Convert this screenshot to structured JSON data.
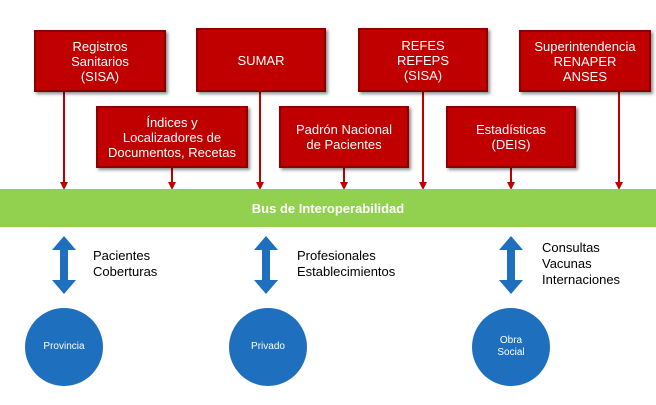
{
  "colors": {
    "box": "#c00000",
    "bus": "#92d050",
    "arrow_red": "#c00000",
    "arrow_blue": "#1f6fbf",
    "circle": "#1f6fbf"
  },
  "sources": [
    {
      "label": "Registros\nSanitarios\n(SISA)"
    },
    {
      "label": "SUMAR"
    },
    {
      "label": "REFES\nREFEPS\n(SISA)"
    },
    {
      "label": "Superintendencia\nRENAPER\nANSES"
    },
    {
      "label": "Índices y\nLocalizadores de\nDocumentos, Recetas"
    },
    {
      "label": "Padrón Nacional\nde Pacientes"
    },
    {
      "label": "Estadísticas\n(DEIS)"
    }
  ],
  "bus": {
    "label": "Bus de Interoperabilidad"
  },
  "consumers": [
    {
      "name": "Provincia",
      "flows": "Pacientes\nCoberturas"
    },
    {
      "name": "Privado",
      "flows": "Profesionales\nEstablecimientos"
    },
    {
      "name": "Obra\nSocial",
      "flows": "Consultas\nVacunas\nInternaciones"
    }
  ]
}
